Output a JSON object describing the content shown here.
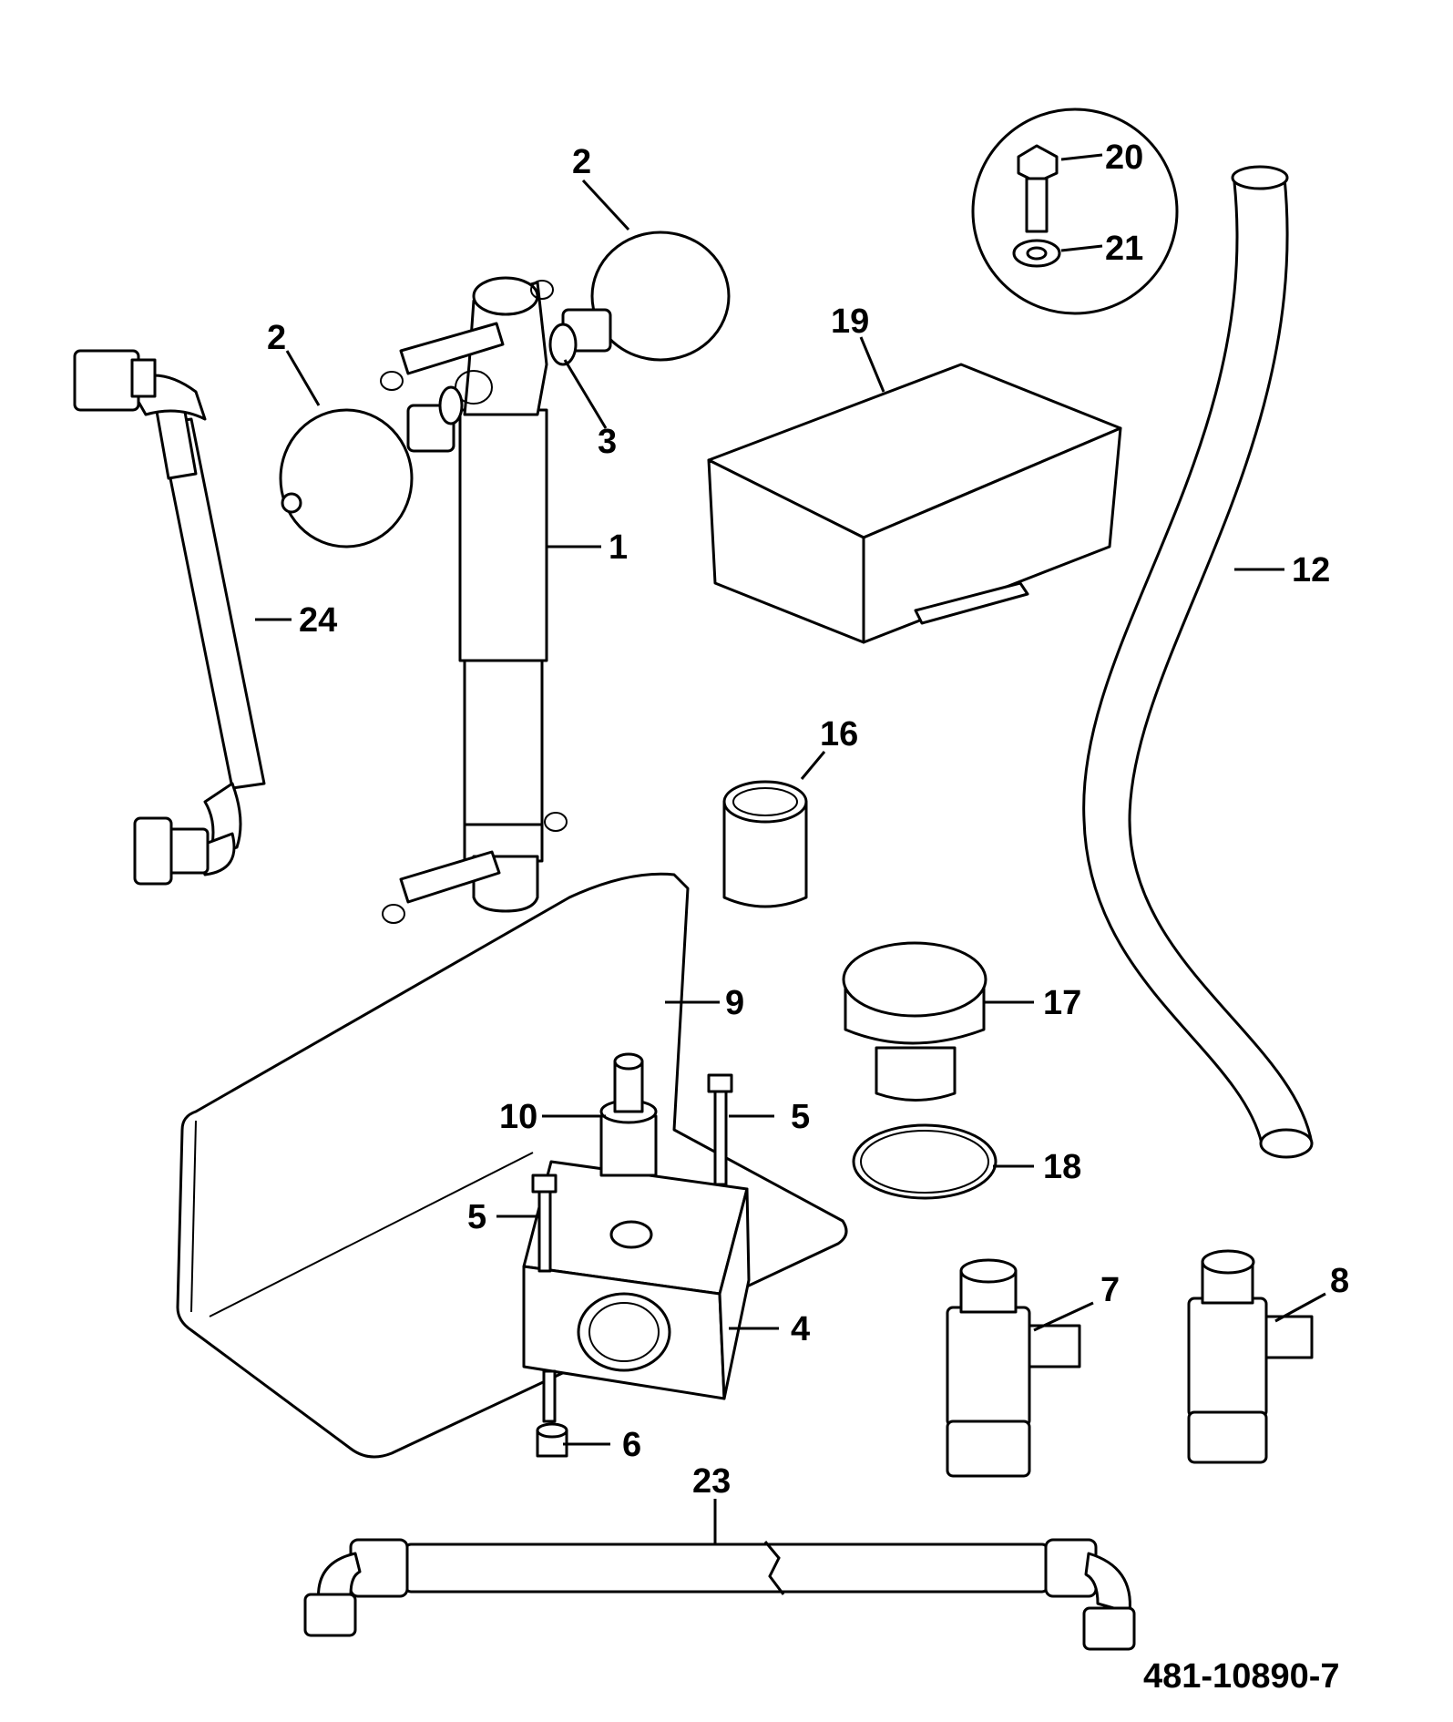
{
  "drawing_number": "481-10890-7",
  "callouts": [
    {
      "id": "c1",
      "text": "1"
    },
    {
      "id": "c2a",
      "text": "2"
    },
    {
      "id": "c2b",
      "text": "2"
    },
    {
      "id": "c3",
      "text": "3"
    },
    {
      "id": "c4",
      "text": "4"
    },
    {
      "id": "c5a",
      "text": "5"
    },
    {
      "id": "c5b",
      "text": "5"
    },
    {
      "id": "c6",
      "text": "6"
    },
    {
      "id": "c7",
      "text": "7"
    },
    {
      "id": "c8",
      "text": "8"
    },
    {
      "id": "c9",
      "text": "9"
    },
    {
      "id": "c10",
      "text": "10"
    },
    {
      "id": "c12",
      "text": "12"
    },
    {
      "id": "c16",
      "text": "16"
    },
    {
      "id": "c17",
      "text": "17"
    },
    {
      "id": "c18",
      "text": "18"
    },
    {
      "id": "c19",
      "text": "19"
    },
    {
      "id": "c20",
      "text": "20"
    },
    {
      "id": "c21",
      "text": "21"
    },
    {
      "id": "c23",
      "text": "23"
    },
    {
      "id": "c24",
      "text": "24"
    }
  ]
}
